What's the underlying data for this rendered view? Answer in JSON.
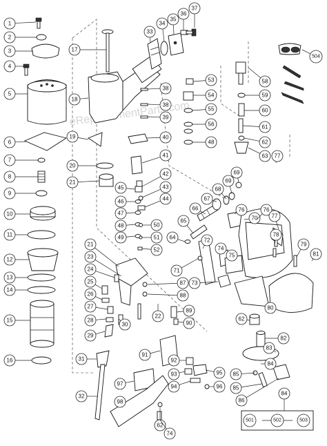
{
  "diagram": {
    "watermark": "eReplacementParts.com",
    "callouts": [
      "1",
      "2",
      "3",
      "4",
      "5",
      "6",
      "7",
      "8",
      "9",
      "10",
      "11",
      "12",
      "13",
      "14",
      "15",
      "16",
      "17",
      "18",
      "19",
      "20",
      "21",
      "21",
      "22",
      "23",
      "24",
      "25",
      "26",
      "27",
      "28",
      "29",
      "30",
      "31",
      "32",
      "33",
      "34",
      "35",
      "36",
      "37",
      "38",
      "38",
      "39",
      "40",
      "41",
      "42",
      "43",
      "44",
      "45",
      "46",
      "47",
      "48",
      "49",
      "50",
      "51",
      "52",
      "53",
      "54",
      "55",
      "56",
      "48",
      "58",
      "59",
      "60",
      "61",
      "62",
      "63",
      "64",
      "65",
      "66",
      "67",
      "68",
      "69",
      "69",
      "70",
      "71",
      "72",
      "73",
      "74",
      "75",
      "76",
      "76",
      "77",
      "77",
      "78",
      "79",
      "80",
      "81",
      "62",
      "82",
      "83",
      "84",
      "85",
      "85",
      "86",
      "87",
      "88",
      "89",
      "90",
      "91",
      "92",
      "93",
      "94",
      "95",
      "96",
      "97",
      "98",
      "62",
      "74",
      "84",
      "501",
      "502",
      "503",
      "504"
    ]
  }
}
